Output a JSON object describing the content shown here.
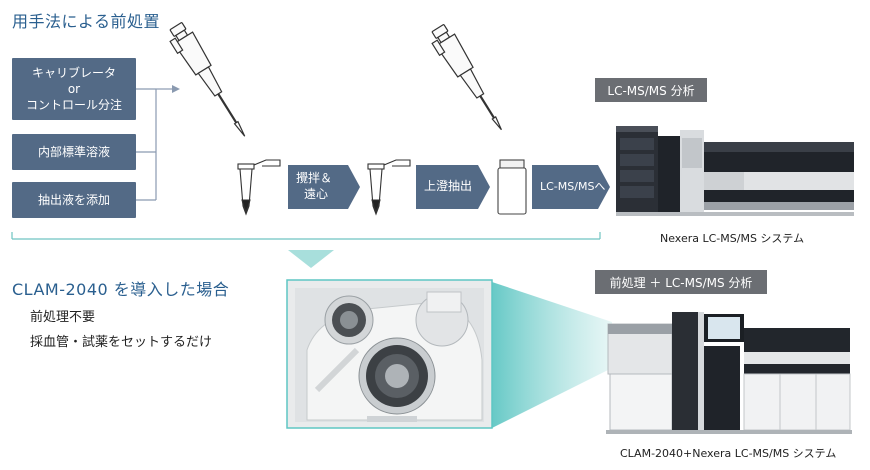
{
  "conventional": {
    "title": "用手法による前処置",
    "steps": [
      "キャリブレータ",
      "or",
      "コントロール分注",
      "内部標準溶液",
      "抽出液を添加"
    ],
    "stir_label": [
      "攪拌＆",
      "遠心"
    ],
    "supernatant_label": "上澄抽出",
    "to_lcms_label": "LC-MS/MSへ",
    "analysis_label": "LC-MS/MS 分析",
    "system_caption": "Nexera LC-MS/MS システム"
  },
  "clam": {
    "title": "CLAM-2040 を導入した場合",
    "benefits": [
      "前処理不要",
      "採血管・試薬をセットするだけ"
    ],
    "analysis_label": "前処理 ＋ LC-MS/MS 分析",
    "system_caption": "CLAM-2040+Nexera LC-MS/MS システム"
  },
  "colors": {
    "step_fill": "#536a86",
    "label_fill": "#6b6e73",
    "title_blue": "#2a5f8f",
    "teal": "#7fd3cf"
  }
}
